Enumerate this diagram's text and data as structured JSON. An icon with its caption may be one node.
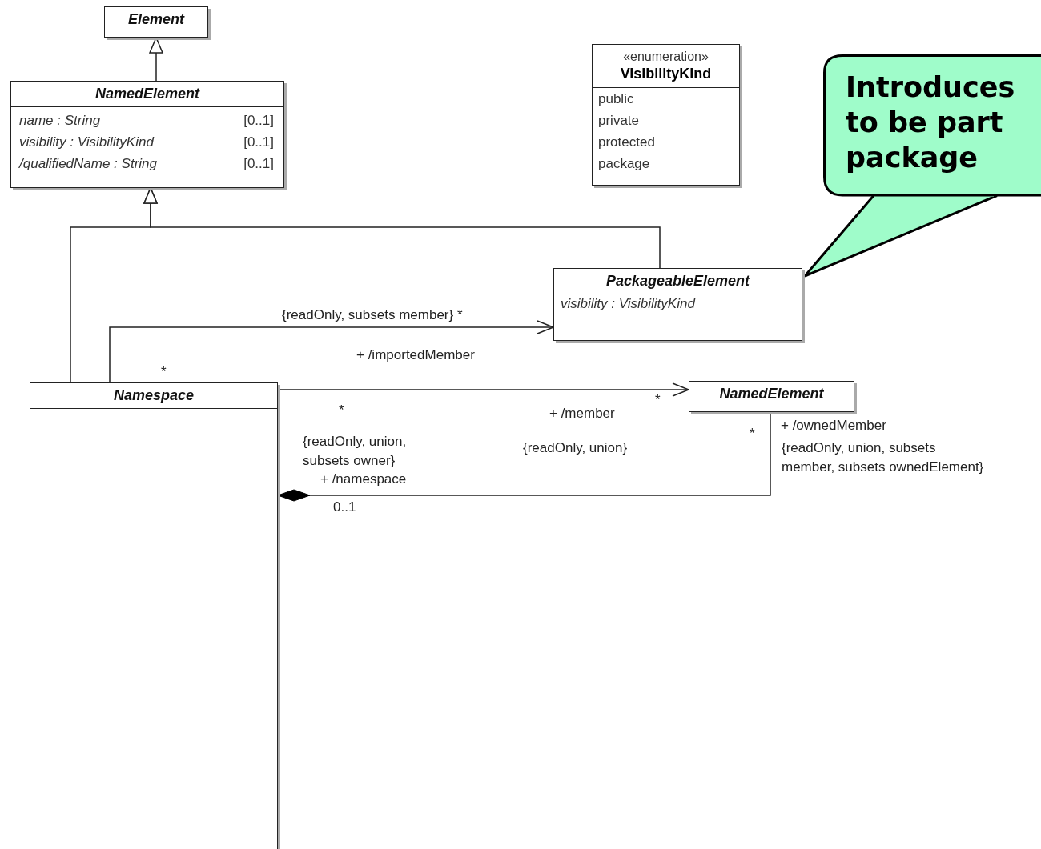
{
  "diagram": {
    "nodes": [
      {
        "text": [
          "Element"
        ]
      },
      {
        "text": [
          "NamedElement",
          "name : String",
          "[0..1]",
          "visibility : VisibilityKind",
          "[0..1]",
          "/qualifiedName : String",
          "[0..1]"
        ]
      },
      {
        "text": [
          "«enumeration»",
          "VisibilityKind",
          "public",
          "private",
          "protected",
          "package"
        ]
      },
      {
        "text": [
          "Introduces to be part package"
        ]
      },
      {
        "text": [
          "PackageableElement",
          "visibility : VisibilityKind"
        ]
      },
      {
        "text": [
          "Namespace"
        ]
      },
      {
        "text": [
          "NamedElement"
        ]
      }
    ],
    "edges": [
      {
        "from": 1,
        "to": 0,
        "arrow": "to"
      },
      {
        "from": 4,
        "to": 1,
        "arrow": "to"
      },
      {
        "from": 5,
        "to": 1,
        "arrow": "to"
      },
      {
        "from": 5,
        "to": 4,
        "arrow": "to"
      },
      {
        "from": 5,
        "to": 6,
        "arrow": "to"
      },
      {
        "from": 6,
        "to": 5,
        "arrow": "other"
      }
    ],
    "labels": [
      "{readOnly, subsets member} *",
      "+ /importedMember",
      "*",
      "*",
      "{readOnly, union, subsets owner}",
      "+ /namespace",
      "0..1",
      "+ /member",
      "*",
      "{readOnly, union}",
      "*",
      "+ /ownedMember",
      "{readOnly, union, subsets member, subsets ownedElement}"
    ]
  }
}
